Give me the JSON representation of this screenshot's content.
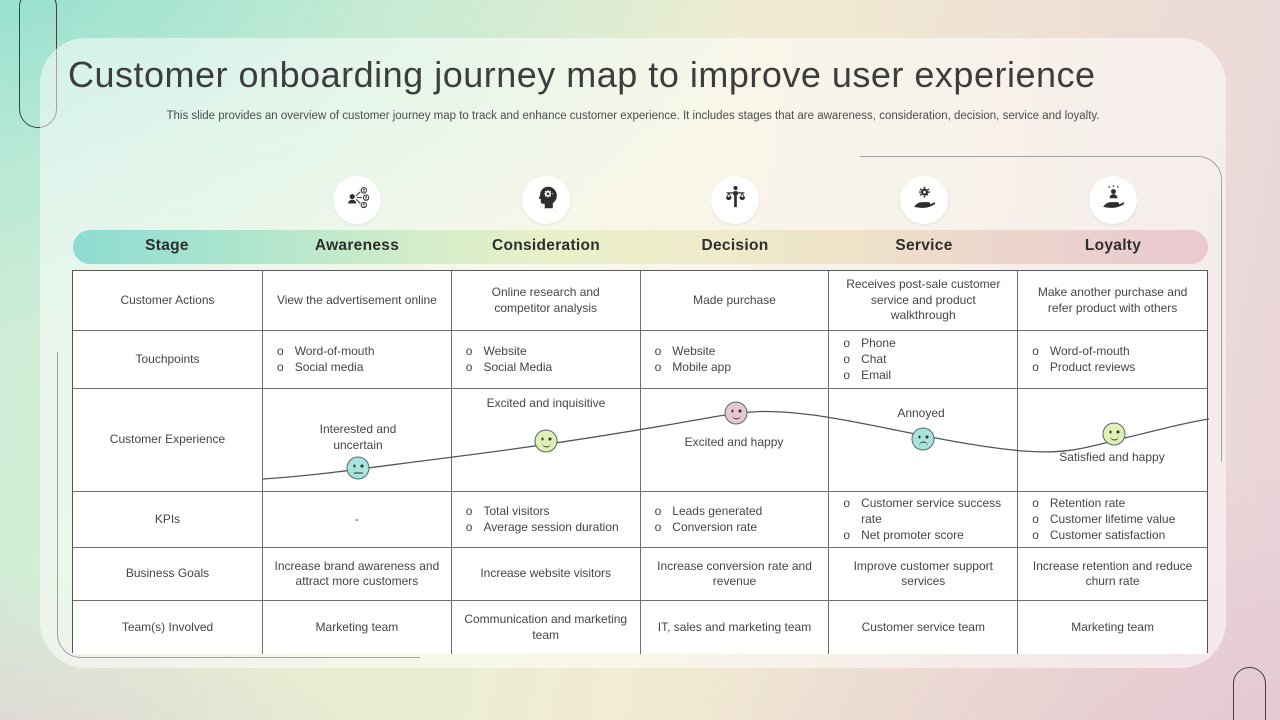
{
  "title": "Customer onboarding journey map to improve user experience",
  "subtitle": "This slide provides an overview of customer journey map to track and enhance customer experience. It includes stages that are awareness, consideration, decision, service and loyalty.",
  "bullet": "o",
  "header": {
    "stage_label": "Stage",
    "stages": [
      "Awareness",
      "Consideration",
      "Decision",
      "Service",
      "Loyalty"
    ],
    "icons": [
      "people-network-icon",
      "thinking-head-icon",
      "scales-decision-icon",
      "hand-gear-icon",
      "hand-customer-icon"
    ]
  },
  "colors": {
    "stage_bar_start": "#8edbd2",
    "stage_bar_end": "#e9c9d1",
    "mood_teal": "#a8e3dd",
    "mood_green": "#e0efb5",
    "mood_pink": "#e8c7d3",
    "curve_line": "#555555"
  },
  "table": {
    "customer_actions": {
      "label": "Customer Actions",
      "cells": [
        "View the advertisement online",
        "Online research and competitor analysis",
        "Made purchase",
        "Receives post-sale customer service and product walkthrough",
        "Make another purchase and refer product with others"
      ]
    },
    "touchpoints": {
      "label": "Touchpoints",
      "cells": [
        [
          "Word-of-mouth",
          "Social media"
        ],
        [
          "Website",
          "Social Media"
        ],
        [
          "Website",
          "Mobile app"
        ],
        [
          "Phone",
          "Chat",
          "Email"
        ],
        [
          "Word-of-mouth",
          "Product reviews"
        ]
      ]
    },
    "customer_experience": {
      "label": "Customer Experience",
      "points": [
        {
          "label": "Interested and uncertain",
          "mood": "neutral",
          "color": "#a8e3dd"
        },
        {
          "label": "Excited and inquisitive",
          "mood": "happy",
          "color": "#e0efb5"
        },
        {
          "label": "Excited and happy",
          "mood": "happy",
          "color": "#e8c7d3"
        },
        {
          "label": "Annoyed",
          "mood": "sad",
          "color": "#a8e3dd"
        },
        {
          "label": "Satisfied and happy",
          "mood": "happy",
          "color": "#e0efb5"
        }
      ]
    },
    "kpis": {
      "label": "KPIs",
      "cells": [
        "-",
        [
          "Total visitors",
          "Average session duration"
        ],
        [
          "Leads generated",
          "Conversion rate"
        ],
        [
          "Customer service success rate",
          "Net promoter score"
        ],
        [
          "Retention rate",
          "Customer lifetime value",
          "Customer satisfaction"
        ]
      ]
    },
    "business_goals": {
      "label": "Business Goals",
      "cells": [
        "Increase brand awareness and attract more customers",
        "Increase website visitors",
        "Increase conversion rate and revenue",
        "Improve customer support services",
        "Increase retention and reduce churn rate"
      ]
    },
    "teams_involved": {
      "label": "Team(s) Involved",
      "cells": [
        "Marketing team",
        "Communication and marketing team",
        "IT, sales and marketing team",
        "Customer service team",
        "Marketing team"
      ]
    }
  }
}
